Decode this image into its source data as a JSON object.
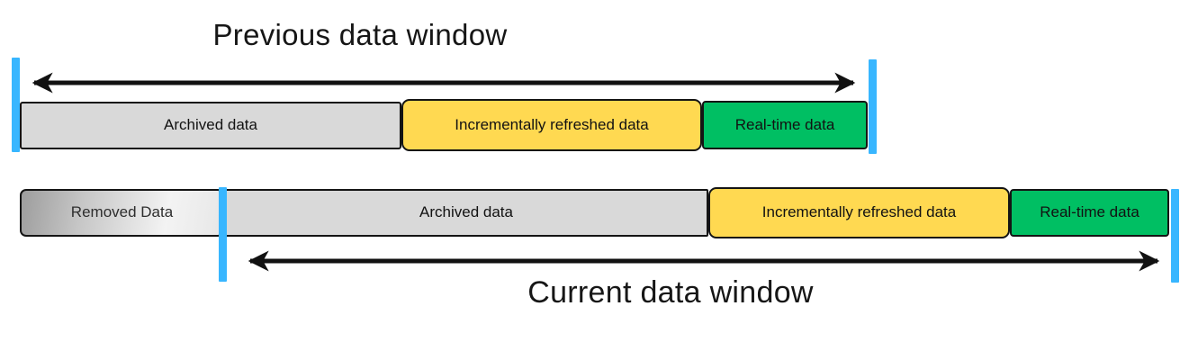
{
  "colors": {
    "timeline_marker_blue": "#38B6FF",
    "archived_gray": "#D9D9D9",
    "refreshed_yellow": "#FFD951",
    "realtime_green": "#00BF63",
    "removed_strike_red": "#EC6C6C",
    "segment_border_black": "#141414"
  },
  "previous_window": {
    "title": "Previous data window",
    "segments": [
      {
        "label": "Archived data",
        "color": "#D9D9D9"
      },
      {
        "label": "Incrementally refreshed data",
        "color": "#FFD951"
      },
      {
        "label": "Real-time data",
        "color": "#00BF63"
      }
    ]
  },
  "current_window": {
    "title": "Current data window",
    "removed_segment": {
      "label": "Removed Data",
      "strikethrough": true
    },
    "segments": [
      {
        "label": "Archived data",
        "color": "#D9D9D9"
      },
      {
        "label": "Incrementally refreshed data",
        "color": "#FFD951"
      },
      {
        "label": "Real-time data",
        "color": "#00BF63"
      }
    ]
  }
}
